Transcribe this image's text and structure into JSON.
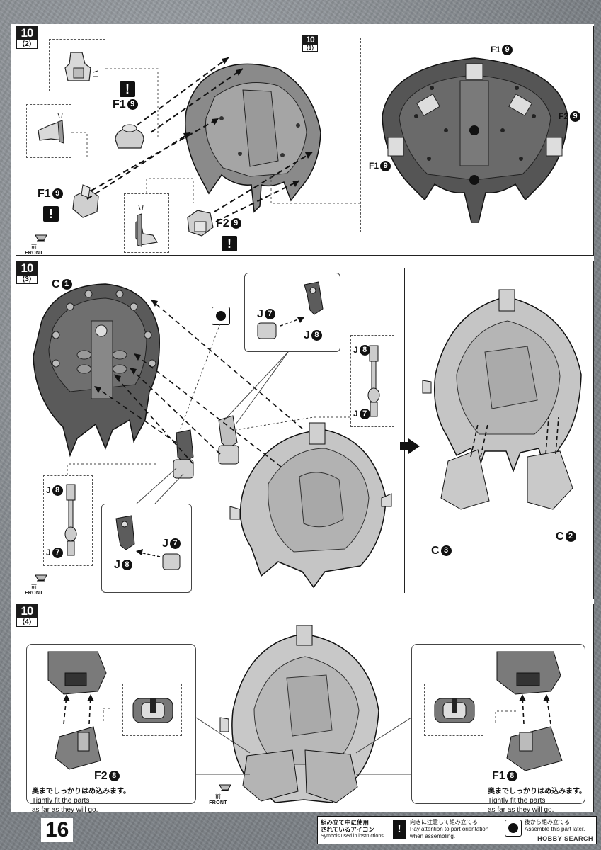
{
  "page": {
    "number": "16"
  },
  "step_4_2": {
    "step": "10",
    "sub": "⟨2⟩",
    "ref_step": "10",
    "ref_sub": "⟨1⟩",
    "parts": {
      "f19_top": {
        "code": "F1",
        "num": "9"
      },
      "f19_left": {
        "code": "F1",
        "num": "9"
      },
      "f29": {
        "code": "F2",
        "num": "9"
      },
      "detail_f19_top": {
        "code": "F1",
        "num": "9"
      },
      "detail_f29": {
        "code": "F2",
        "num": "9"
      },
      "detail_f19_left": {
        "code": "F1",
        "num": "9"
      }
    },
    "warn": "!"
  },
  "step_4_3": {
    "step": "10",
    "sub": "⟨3⟩",
    "parts": {
      "c1": {
        "code": "C",
        "num": "1"
      },
      "j7_a": {
        "code": "J",
        "num": "7"
      },
      "j8_a": {
        "code": "J",
        "num": "8"
      },
      "j8_b": {
        "code": "J",
        "num": "8"
      },
      "j7_b": {
        "code": "J",
        "num": "7"
      },
      "j8_c": {
        "code": "J",
        "num": "8"
      },
      "j7_c": {
        "code": "J",
        "num": "7"
      },
      "j7_d": {
        "code": "J",
        "num": "7"
      },
      "j8_d": {
        "code": "J",
        "num": "8"
      },
      "c3": {
        "code": "C",
        "num": "3"
      },
      "c2": {
        "code": "C",
        "num": "2"
      }
    }
  },
  "step_4_4": {
    "step": "10",
    "sub": "⟨4⟩",
    "left": {
      "part": {
        "code": "F2",
        "num": "8"
      },
      "jp": "奥までしっかりはめ込みます。",
      "en1": "Tightly fit the parts",
      "en2": "as far as they will go."
    },
    "right": {
      "part": {
        "code": "F1",
        "num": "8"
      },
      "jp": "奥までしっかりはめ込みます。",
      "en1": "Tightly fit the parts",
      "en2": "as far as they will go."
    }
  },
  "front_icon": {
    "kanji": "前",
    "word": "FRONT"
  },
  "legend": {
    "title_jp1": "組み立て中に使用",
    "title_jp2": "されているアイコン",
    "title_en": "Symbols used in instructions",
    "orient_jp": "向きに注意して組み立てる",
    "orient_en1": "Pay attention to part orientation",
    "orient_en2": "when assembling.",
    "later_jp": "後から組み立てる",
    "later_en": "Assemble this part later."
  },
  "watermark": "HOBBY SEARCH"
}
